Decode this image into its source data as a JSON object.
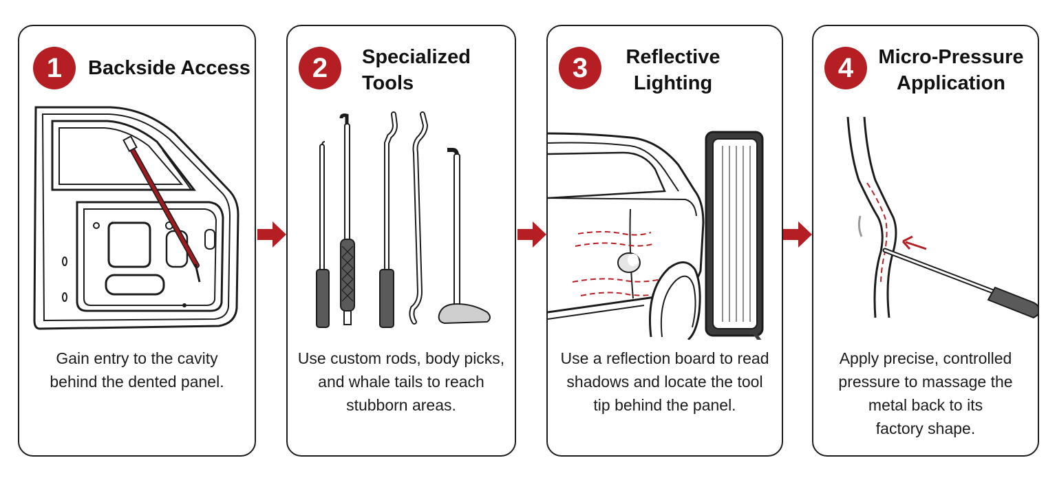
{
  "palette": {
    "accent": "#b51f24",
    "outline": "#1b1b1b",
    "tool_gray": "#5a5a5a"
  },
  "steps": [
    {
      "number": "1",
      "title_lines": [
        "Backside Access"
      ],
      "illustration": "car-door-with-rod",
      "description_lines": [
        "Gain entry to the cavity",
        "behind the dented panel."
      ]
    },
    {
      "number": "2",
      "title_lines": [
        "Specialized",
        "Tools"
      ],
      "illustration": "pdr-rods-and-whale-tail",
      "description_lines": [
        "Use custom rods, body picks,",
        "and whale tails to reach",
        "stubborn areas."
      ]
    },
    {
      "number": "3",
      "title_lines": [
        "Reflective",
        "Lighting"
      ],
      "illustration": "car-side-with-reflection-board",
      "description_lines": [
        "Use a reflection board to read",
        "shadows and locate the tool",
        "tip behind the panel."
      ]
    },
    {
      "number": "4",
      "title_lines": [
        "Micro-Pressure",
        "Application"
      ],
      "illustration": "panel-cross-section-with-tool-tip",
      "description_lines": [
        "Apply precise, controlled",
        "pressure to massage the",
        "metal back to its",
        "factory shape."
      ]
    }
  ],
  "connectors": [
    "right-arrow",
    "right-arrow",
    "right-arrow"
  ]
}
